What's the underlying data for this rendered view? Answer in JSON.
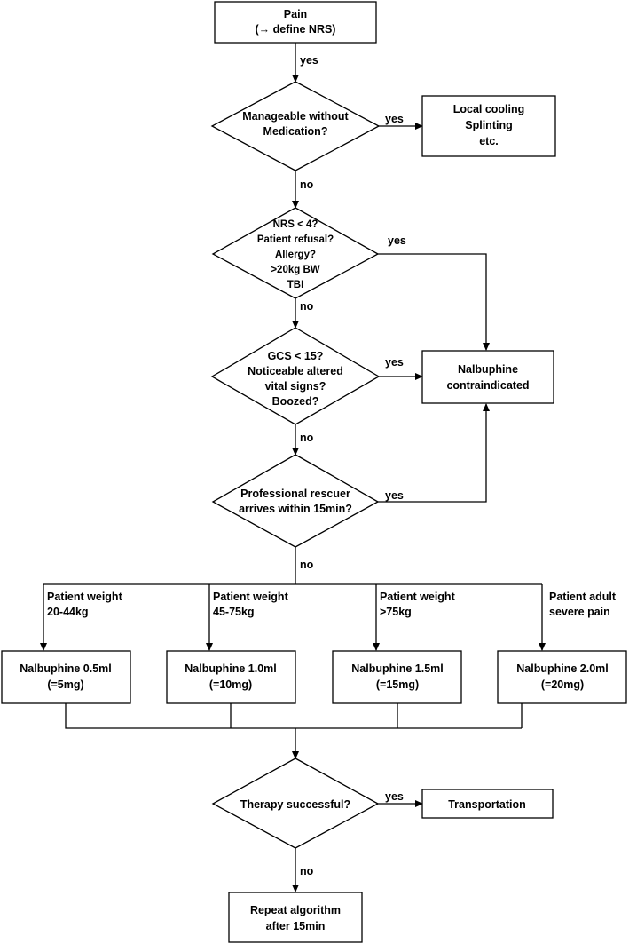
{
  "nodes": {
    "pain": [
      "Pain",
      "(→ define NRS)"
    ],
    "manageable": [
      "Manageable without",
      "Medication?"
    ],
    "local_cooling": [
      "Local cooling",
      "Splinting",
      "etc."
    ],
    "criteria": [
      "NRS < 4?",
      "Patient refusal?",
      "Allergy?",
      ">20kg BW",
      "TBI"
    ],
    "gcs": [
      "GCS < 15?",
      "Noticeable altered",
      "vital signs?",
      "Boozed?"
    ],
    "contraindicated": [
      "Nalbuphine",
      "contraindicated"
    ],
    "rescuer": [
      "Professional rescuer",
      "arrives within 15min?"
    ],
    "dose1": [
      "Nalbuphine 0.5ml",
      "(=5mg)"
    ],
    "dose2": [
      "Nalbuphine 1.0ml",
      "(=10mg)"
    ],
    "dose3": [
      "Nalbuphine 1.5ml",
      "(=15mg)"
    ],
    "dose4": [
      "Nalbuphine 2.0ml",
      "(=20mg)"
    ],
    "therapy": [
      "Therapy successful?"
    ],
    "transportation": [
      "Transportation"
    ],
    "repeat": [
      "Repeat algorithm",
      "after 15min"
    ]
  },
  "branch_labels": {
    "w1": [
      "Patient weight",
      "20-44kg"
    ],
    "w2": [
      "Patient weight",
      "45-75kg"
    ],
    "w3": [
      "Patient weight",
      ">75kg"
    ],
    "w4": [
      "Patient adult",
      "severe pain"
    ]
  },
  "edge_labels": {
    "yes": "yes",
    "no": "no"
  }
}
